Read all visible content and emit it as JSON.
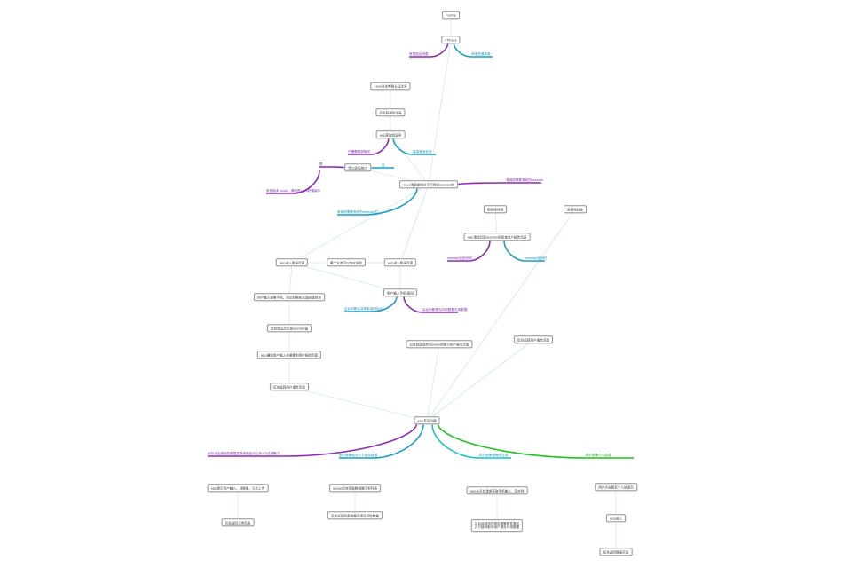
{
  "diagram": {
    "nodes": [
      {
        "id": "start",
        "text": "Fcyme"
      },
      {
        "id": "ftp",
        "text": "FTP.exe"
      },
      {
        "id": "n3",
        "text": "xxxx对关申载认证文号"
      },
      {
        "id": "n4",
        "text": "后台获得验证号"
      },
      {
        "id": "n5",
        "text": "app获取验证号"
      },
      {
        "id": "n6",
        "text": "博以验证统计"
      },
      {
        "id": "n7",
        "text": "xxxx请根据相关号可用和session的"
      },
      {
        "id": "n8",
        "text": "和网络问题"
      },
      {
        "id": "n9",
        "text": "无网络检查"
      },
      {
        "id": "n10",
        "text": "app请检后面session和检查用户报告页面"
      },
      {
        "id": "n11",
        "text": "app进入登录页面"
      },
      {
        "id": "n12",
        "text": "第个主流可以有应运取"
      },
      {
        "id": "n13",
        "text": "app进入登录页面"
      },
      {
        "id": "n14",
        "text": "用户输入手机/密码"
      },
      {
        "id": "n15",
        "text": "用户输入报警手机，而后到更新后面向监控项"
      },
      {
        "id": "n16",
        "text": "后台验证后生成session值"
      },
      {
        "id": "n17",
        "text": "app通知用户输入并报警到用户报检页面"
      },
      {
        "id": "n18",
        "text": "后台验证后的session的执行用户报告页面"
      },
      {
        "id": "n19",
        "text": "后台返回用户报告页面"
      },
      {
        "id": "n20",
        "text": "后台返回用户报告页面"
      },
      {
        "id": "n21",
        "text": "app首页问题"
      },
      {
        "id": "n22",
        "text": "app提示用户输入，请根据，只为上传"
      },
      {
        "id": "n23",
        "text": "后台返回上传完成"
      },
      {
        "id": "n24",
        "text": "app从后台获取数据展示到列表"
      },
      {
        "id": "n25",
        "text": "后台返回列表数据可用及获取数据"
      },
      {
        "id": "n26",
        "text": "app从后台请求获取手机输入，其实到"
      },
      {
        "id": "n27",
        "text": "后台返回用户报告报警属性展示\n并只能获取可用户报告可用数据"
      },
      {
        "id": "n28",
        "text": "用户点击跳至个人信息页"
      },
      {
        "id": "n29",
        "text": "app进入"
      },
      {
        "id": "n30",
        "text": "后台返回登录页面"
      }
    ],
    "edge_labels": [
      {
        "id": "e1",
        "text": "有限验证消费",
        "color": "purple"
      },
      {
        "id": "e2",
        "text": "其他资源消费",
        "color": "teal"
      },
      {
        "id": "e3",
        "text": "只需需要获取号",
        "color": "purple"
      },
      {
        "id": "e4",
        "text": "直接登录检查",
        "color": "teal"
      },
      {
        "id": "e5",
        "text": "是",
        "color": "purple"
      },
      {
        "id": "e6",
        "text": "否",
        "color": "teal"
      },
      {
        "id": "e7",
        "text": "系统版本 xxxx，请检查xxxx终端版本",
        "color": "purple"
      },
      {
        "id": "e8",
        "text": "有网络需要有效的session",
        "color": "purple"
      },
      {
        "id": "e9",
        "text": "有网络需要有效的session的",
        "color": "teal"
      },
      {
        "id": "e10",
        "text": "session返回可用",
        "color": "purple"
      },
      {
        "id": "e11",
        "text": "session返回时",
        "color": "teal"
      },
      {
        "id": "e12",
        "text": "后台判断后并获取返回后台",
        "color": "teal"
      },
      {
        "id": "e13",
        "text": "后台判断是否可用数据可用数据",
        "color": "purple"
      },
      {
        "id": "e14",
        "text": "用户点击报检的数据选择到指定可上传1个已报警了",
        "color": "purple"
      },
      {
        "id": "e15",
        "text": "用户报警展示个人信息数据",
        "color": "teal"
      },
      {
        "id": "e16",
        "text": "用户报警报警页目录",
        "color": "teal"
      },
      {
        "id": "e17",
        "text": "用户报警个人信息",
        "color": "green"
      }
    ],
    "colors": {
      "purple": "#8a2bb8",
      "teal": "#1a9ec2",
      "cyan": "#19c2c2",
      "green": "#1ec21e",
      "thin": "#b8e4f2",
      "node_border": "#9a9a9a"
    }
  }
}
